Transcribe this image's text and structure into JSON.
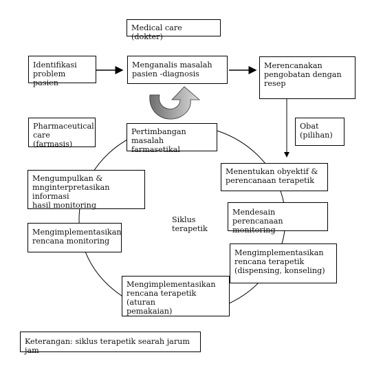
{
  "boxes": {
    "medical_care": "Medical care (dokter)",
    "identifikasi": "Identifikasi\nproblem pasien",
    "menganalis": "Menganalis masalah\npasien -diagnosis",
    "merencanakan": "Merencanakan\npengobatan dengan\nresep",
    "pharmaceutical": "Pharmaceutical\ncare (farmasis)",
    "obat": "Obat\n(pilihan)",
    "pertimbangan": "Pertimbangan\nmasalah farmasetikal",
    "menentukan": "Menentukan obyektif &\nperencanaan terapetik",
    "mengumpulkan": "Mengumpulkan &\nmnginterpretasikan informasi\nhasil monitoring",
    "mendesain": "Mendesain perencanaan\nmonitoring",
    "siklus": "Siklus\nterapetik",
    "implementasi_monitoring": "Mengimplementasikan\nrencana monitoring",
    "implementasi_terapetik": "Mengimplementasikan\nrencana terapetik\n(dispensing, konseling)",
    "implementasi_aturan": "Mengimplementasikan\nrencana terapetik (aturan\npemakaian)",
    "keterangan": "Keterangan: siklus terapetik searah jarum jam"
  }
}
